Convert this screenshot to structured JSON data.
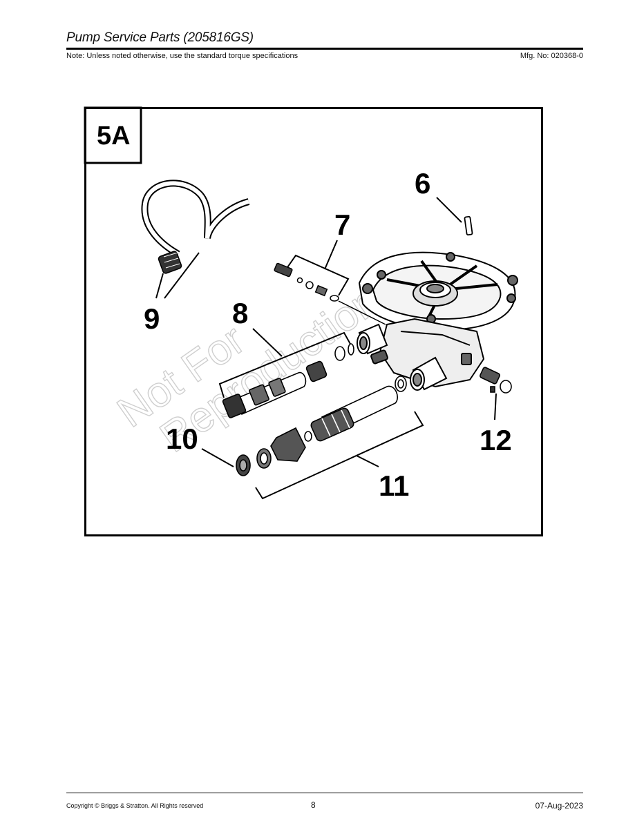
{
  "header": {
    "title": "Pump Service Parts (205816GS)",
    "note": "Note: Unless noted otherwise, use the standard torque specifications",
    "mfg_number": "Mfg. No: 020368-0"
  },
  "diagram": {
    "section_label": "5A",
    "callouts": {
      "c6": "6",
      "c7": "7",
      "c8": "8",
      "c9": "9",
      "c10": "10",
      "c11": "11",
      "c12": "12"
    },
    "watermark": {
      "line1": "Not For",
      "line2": "Reproduction"
    }
  },
  "footer": {
    "copyright": "Copyright ©  Briggs & Stratton. All Rights reserved",
    "page_number": "8",
    "date": "07-Aug-2023"
  }
}
